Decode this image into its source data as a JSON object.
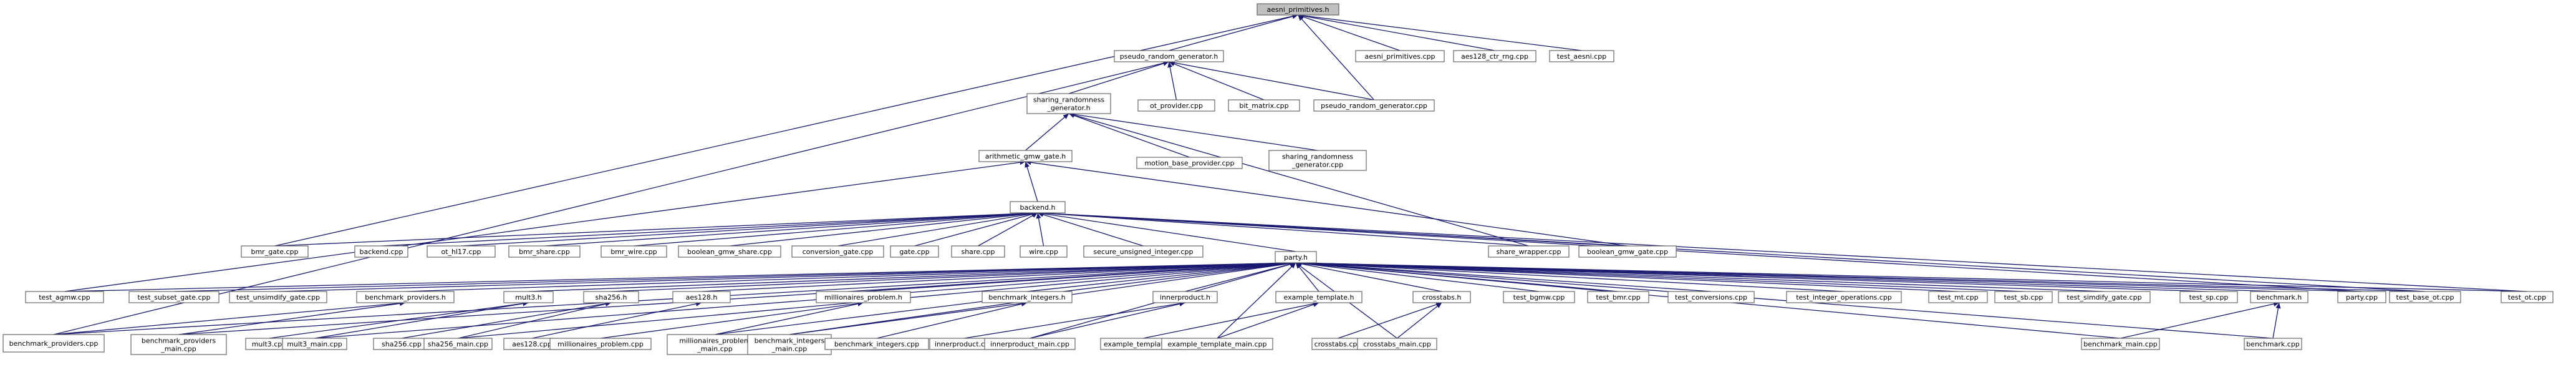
{
  "diagram": {
    "colors": {
      "edge": "#191970",
      "node_fill": "#ffffff",
      "node_border": "#666666",
      "root_fill": "#bfbfbf"
    },
    "nodes": [
      {
        "id": "aesni_h",
        "lines": [
          "aesni_primitives.h"
        ],
        "root": true
      },
      {
        "id": "prg_h",
        "lines": [
          "pseudo_random_generator.h"
        ]
      },
      {
        "id": "aesni_cpp",
        "lines": [
          "aesni_primitives.cpp"
        ]
      },
      {
        "id": "aes128ctr",
        "lines": [
          "aes128_ctr_rng.cpp"
        ]
      },
      {
        "id": "test_aesni",
        "lines": [
          "test_aesni.cpp"
        ]
      },
      {
        "id": "sharing_h",
        "lines": [
          "sharing_randomness",
          "_generator.h"
        ]
      },
      {
        "id": "ot_provider",
        "lines": [
          "ot_provider.cpp"
        ]
      },
      {
        "id": "bit_matrix",
        "lines": [
          "bit_matrix.cpp"
        ]
      },
      {
        "id": "prg_cpp",
        "lines": [
          "pseudo_random_generator.cpp"
        ]
      },
      {
        "id": "arith_h",
        "lines": [
          "arithmetic_gmw_gate.h"
        ]
      },
      {
        "id": "motion_base",
        "lines": [
          "motion_base_provider.cpp"
        ]
      },
      {
        "id": "sharing_cpp",
        "lines": [
          "sharing_randomness",
          "_generator.cpp"
        ]
      },
      {
        "id": "backend_h",
        "lines": [
          "backend.h"
        ]
      },
      {
        "id": "bmr_gate",
        "lines": [
          "bmr_gate.cpp"
        ]
      },
      {
        "id": "backend_cpp",
        "lines": [
          "backend.cpp"
        ]
      },
      {
        "id": "ot_hl17",
        "lines": [
          "ot_hl17.cpp"
        ]
      },
      {
        "id": "bmr_share",
        "lines": [
          "bmr_share.cpp"
        ]
      },
      {
        "id": "bmr_wire",
        "lines": [
          "bmr_wire.cpp"
        ]
      },
      {
        "id": "bool_gmw_share",
        "lines": [
          "boolean_gmw_share.cpp"
        ]
      },
      {
        "id": "conv_gate",
        "lines": [
          "conversion_gate.cpp"
        ]
      },
      {
        "id": "gate_cpp",
        "lines": [
          "gate.cpp"
        ]
      },
      {
        "id": "share_cpp",
        "lines": [
          "share.cpp"
        ]
      },
      {
        "id": "wire_cpp",
        "lines": [
          "wire.cpp"
        ]
      },
      {
        "id": "secure_uint",
        "lines": [
          "secure_unsigned_integer.cpp"
        ]
      },
      {
        "id": "share_wrapper",
        "lines": [
          "share_wrapper.cpp"
        ]
      },
      {
        "id": "bool_gmw_gate",
        "lines": [
          "boolean_gmw_gate.cpp"
        ]
      },
      {
        "id": "party_h",
        "lines": [
          "party.h"
        ]
      },
      {
        "id": "test_agmw",
        "lines": [
          "test_agmw.cpp"
        ]
      },
      {
        "id": "test_subset",
        "lines": [
          "test_subset_gate.cpp"
        ]
      },
      {
        "id": "test_unsimd",
        "lines": [
          "test_unsimdify_gate.cpp"
        ]
      },
      {
        "id": "bench_prov_h",
        "lines": [
          "benchmark_providers.h"
        ]
      },
      {
        "id": "mult3_h",
        "lines": [
          "mult3.h"
        ]
      },
      {
        "id": "sha256_h",
        "lines": [
          "sha256.h"
        ]
      },
      {
        "id": "aes128_h",
        "lines": [
          "aes128.h"
        ]
      },
      {
        "id": "million_h",
        "lines": [
          "millionaires_problem.h"
        ]
      },
      {
        "id": "bench_int_h",
        "lines": [
          "benchmark_integers.h"
        ]
      },
      {
        "id": "innerprod_h",
        "lines": [
          "innerproduct.h"
        ]
      },
      {
        "id": "example_h",
        "lines": [
          "example_template.h"
        ]
      },
      {
        "id": "crosstabs_h",
        "lines": [
          "crosstabs.h"
        ]
      },
      {
        "id": "test_bgmw",
        "lines": [
          "test_bgmw.cpp"
        ]
      },
      {
        "id": "test_bmr",
        "lines": [
          "test_bmr.cpp"
        ]
      },
      {
        "id": "test_conv",
        "lines": [
          "test_conversions.cpp"
        ]
      },
      {
        "id": "test_intops",
        "lines": [
          "test_integer_operations.cpp"
        ]
      },
      {
        "id": "test_mt",
        "lines": [
          "test_mt.cpp"
        ]
      },
      {
        "id": "test_sb",
        "lines": [
          "test_sb.cpp"
        ]
      },
      {
        "id": "test_simdify",
        "lines": [
          "test_simdify_gate.cpp"
        ]
      },
      {
        "id": "test_sp",
        "lines": [
          "test_sp.cpp"
        ]
      },
      {
        "id": "benchmark_h",
        "lines": [
          "benchmark.h"
        ]
      },
      {
        "id": "party_cpp",
        "lines": [
          "party.cpp"
        ]
      },
      {
        "id": "test_base_ot",
        "lines": [
          "test_base_ot.cpp"
        ]
      },
      {
        "id": "test_ot",
        "lines": [
          "test_ot.cpp"
        ]
      },
      {
        "id": "bench_prov_cpp",
        "lines": [
          "benchmark_providers.cpp"
        ]
      },
      {
        "id": "bench_prov_main",
        "lines": [
          "benchmark_providers",
          "_main.cpp"
        ]
      },
      {
        "id": "mult3_cpp",
        "lines": [
          "mult3.cpp"
        ]
      },
      {
        "id": "mult3_main",
        "lines": [
          "mult3_main.cpp"
        ]
      },
      {
        "id": "sha256_cpp",
        "lines": [
          "sha256.cpp"
        ]
      },
      {
        "id": "sha256_main",
        "lines": [
          "sha256_main.cpp"
        ]
      },
      {
        "id": "aes128_cpp",
        "lines": [
          "aes128.cpp"
        ]
      },
      {
        "id": "million_cpp",
        "lines": [
          "millionaires_problem.cpp"
        ]
      },
      {
        "id": "million_main",
        "lines": [
          "millionaires_problem",
          "_main.cpp"
        ]
      },
      {
        "id": "bench_int_main",
        "lines": [
          "benchmark_integers",
          "_main.cpp"
        ]
      },
      {
        "id": "bench_int_cpp",
        "lines": [
          "benchmark_integers.cpp"
        ]
      },
      {
        "id": "innerprod_cpp",
        "lines": [
          "innerproduct.cpp"
        ]
      },
      {
        "id": "innerprod_main",
        "lines": [
          "innerproduct_main.cpp"
        ]
      },
      {
        "id": "example_cpp",
        "lines": [
          "example_template.cpp"
        ]
      },
      {
        "id": "example_main",
        "lines": [
          "example_template_main.cpp"
        ]
      },
      {
        "id": "crosstabs_cpp",
        "lines": [
          "crosstabs.cpp"
        ]
      },
      {
        "id": "crosstabs_main",
        "lines": [
          "crosstabs_main.cpp"
        ]
      },
      {
        "id": "bench_main",
        "lines": [
          "benchmark_main.cpp"
        ]
      },
      {
        "id": "benchmark_cpp",
        "lines": [
          "benchmark.cpp"
        ]
      }
    ],
    "edges": [
      [
        "aesni_h",
        "prg_h"
      ],
      [
        "aesni_h",
        "aesni_cpp"
      ],
      [
        "aesni_h",
        "aes128ctr"
      ],
      [
        "aesni_h",
        "test_aesni"
      ],
      [
        "aesni_h",
        "bmr_gate"
      ],
      [
        "aesni_h",
        "prg_cpp"
      ],
      [
        "prg_h",
        "sharing_h"
      ],
      [
        "prg_h",
        "ot_provider"
      ],
      [
        "prg_h",
        "bit_matrix"
      ],
      [
        "prg_h",
        "prg_cpp"
      ],
      [
        "prg_h",
        "bench_prov_cpp"
      ],
      [
        "sharing_h",
        "arith_h"
      ],
      [
        "sharing_h",
        "motion_base"
      ],
      [
        "sharing_h",
        "sharing_cpp"
      ],
      [
        "sharing_h",
        "share_wrapper"
      ],
      [
        "arith_h",
        "backend_h"
      ],
      [
        "arith_h",
        "test_agmw"
      ],
      [
        "arith_h",
        "bool_gmw_gate"
      ],
      [
        "backend_h",
        "bmr_gate"
      ],
      [
        "backend_h",
        "backend_cpp"
      ],
      [
        "backend_h",
        "ot_hl17"
      ],
      [
        "backend_h",
        "bmr_share"
      ],
      [
        "backend_h",
        "bmr_wire"
      ],
      [
        "backend_h",
        "bool_gmw_share"
      ],
      [
        "backend_h",
        "conv_gate"
      ],
      [
        "backend_h",
        "gate_cpp"
      ],
      [
        "backend_h",
        "share_cpp"
      ],
      [
        "backend_h",
        "wire_cpp"
      ],
      [
        "backend_h",
        "secure_uint"
      ],
      [
        "backend_h",
        "share_wrapper"
      ],
      [
        "backend_h",
        "bool_gmw_gate"
      ],
      [
        "backend_h",
        "party_h"
      ],
      [
        "backend_h",
        "party_cpp"
      ],
      [
        "backend_h",
        "test_base_ot"
      ],
      [
        "backend_h",
        "test_ot"
      ],
      [
        "party_h",
        "test_agmw"
      ],
      [
        "party_h",
        "test_subset"
      ],
      [
        "party_h",
        "test_unsimd"
      ],
      [
        "party_h",
        "bench_prov_h"
      ],
      [
        "party_h",
        "mult3_h"
      ],
      [
        "party_h",
        "sha256_h"
      ],
      [
        "party_h",
        "aes128_h"
      ],
      [
        "party_h",
        "million_h"
      ],
      [
        "party_h",
        "bench_int_h"
      ],
      [
        "party_h",
        "innerprod_h"
      ],
      [
        "party_h",
        "example_h"
      ],
      [
        "party_h",
        "crosstabs_h"
      ],
      [
        "party_h",
        "test_bgmw"
      ],
      [
        "party_h",
        "test_bmr"
      ],
      [
        "party_h",
        "test_conv"
      ],
      [
        "party_h",
        "test_intops"
      ],
      [
        "party_h",
        "test_mt"
      ],
      [
        "party_h",
        "test_sb"
      ],
      [
        "party_h",
        "test_simdify"
      ],
      [
        "party_h",
        "test_sp"
      ],
      [
        "party_h",
        "benchmark_h"
      ],
      [
        "party_h",
        "party_cpp"
      ],
      [
        "party_h",
        "test_base_ot"
      ],
      [
        "party_h",
        "test_ot"
      ],
      [
        "party_h",
        "bench_prov_cpp"
      ],
      [
        "party_h",
        "bench_prov_main"
      ],
      [
        "party_h",
        "mult3_main"
      ],
      [
        "party_h",
        "sha256_main"
      ],
      [
        "party_h",
        "million_main"
      ],
      [
        "party_h",
        "bench_int_main"
      ],
      [
        "party_h",
        "innerprod_main"
      ],
      [
        "party_h",
        "example_main"
      ],
      [
        "party_h",
        "crosstabs_main"
      ],
      [
        "party_h",
        "bench_main"
      ],
      [
        "party_h",
        "benchmark_cpp"
      ],
      [
        "bench_prov_h",
        "bench_prov_cpp"
      ],
      [
        "bench_prov_h",
        "bench_prov_main"
      ],
      [
        "mult3_h",
        "mult3_cpp"
      ],
      [
        "mult3_h",
        "mult3_main"
      ],
      [
        "sha256_h",
        "sha256_cpp"
      ],
      [
        "sha256_h",
        "sha256_main"
      ],
      [
        "aes128_h",
        "aes128_cpp"
      ],
      [
        "million_h",
        "million_cpp"
      ],
      [
        "million_h",
        "million_main"
      ],
      [
        "bench_int_h",
        "bench_int_main"
      ],
      [
        "bench_int_h",
        "bench_int_cpp"
      ],
      [
        "innerprod_h",
        "innerprod_cpp"
      ],
      [
        "innerprod_h",
        "innerprod_main"
      ],
      [
        "example_h",
        "example_cpp"
      ],
      [
        "example_h",
        "example_main"
      ],
      [
        "crosstabs_h",
        "crosstabs_cpp"
      ],
      [
        "crosstabs_h",
        "crosstabs_main"
      ],
      [
        "benchmark_h",
        "bench_main"
      ],
      [
        "benchmark_h",
        "benchmark_cpp"
      ]
    ]
  }
}
